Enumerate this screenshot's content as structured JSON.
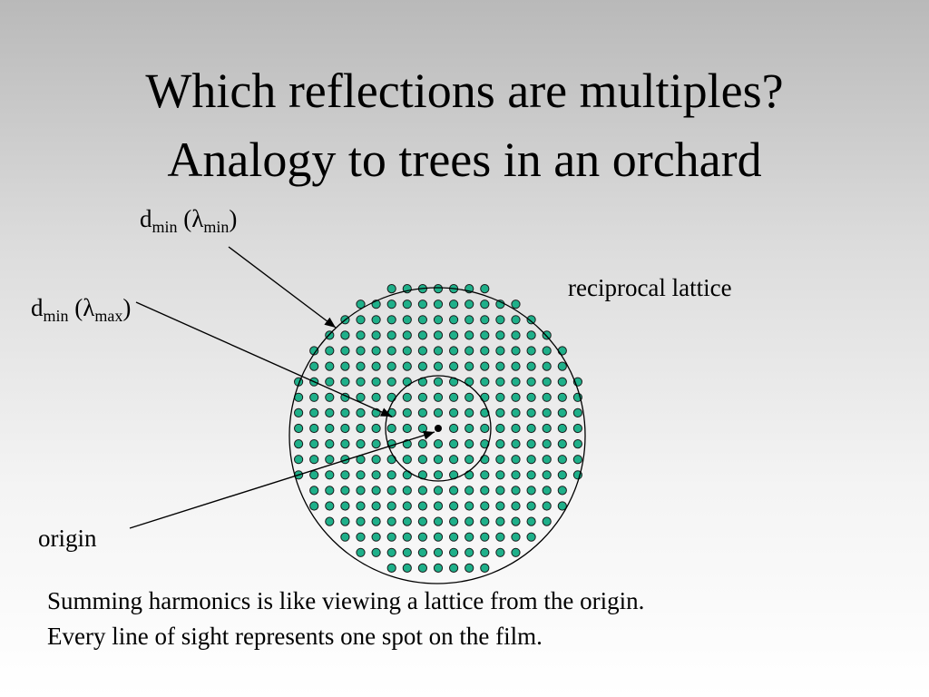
{
  "title": {
    "line1": "Which reflections are multiples?",
    "line2": "Analogy to trees in an orchard"
  },
  "labels": {
    "dmin_lmin": {
      "d": "d",
      "sub1": "min",
      "open": " (",
      "lambda": "λ",
      "sub2": "min",
      "close": ")"
    },
    "dmin_lmax": {
      "d": "d",
      "sub1": "min",
      "open": " (",
      "lambda": "λ",
      "sub2": "max",
      "close": ")"
    },
    "reciprocal_lattice": "reciprocal lattice",
    "origin": "origin"
  },
  "caption": {
    "line1": "Summing harmonics is like viewing a lattice from the origin.",
    "line2": "Every line of sight represents one spot on the film."
  },
  "colors": {
    "lattice_point_fill": "#1fb08a",
    "lattice_point_stroke": "#1a1a1a",
    "origin_point": "#000000",
    "lines": "#000000"
  },
  "lattice": {
    "description_free": true,
    "half_extent": 9,
    "outer_sphere_radius_units": 9.6,
    "inner_sphere_radius_units": 3.4
  }
}
